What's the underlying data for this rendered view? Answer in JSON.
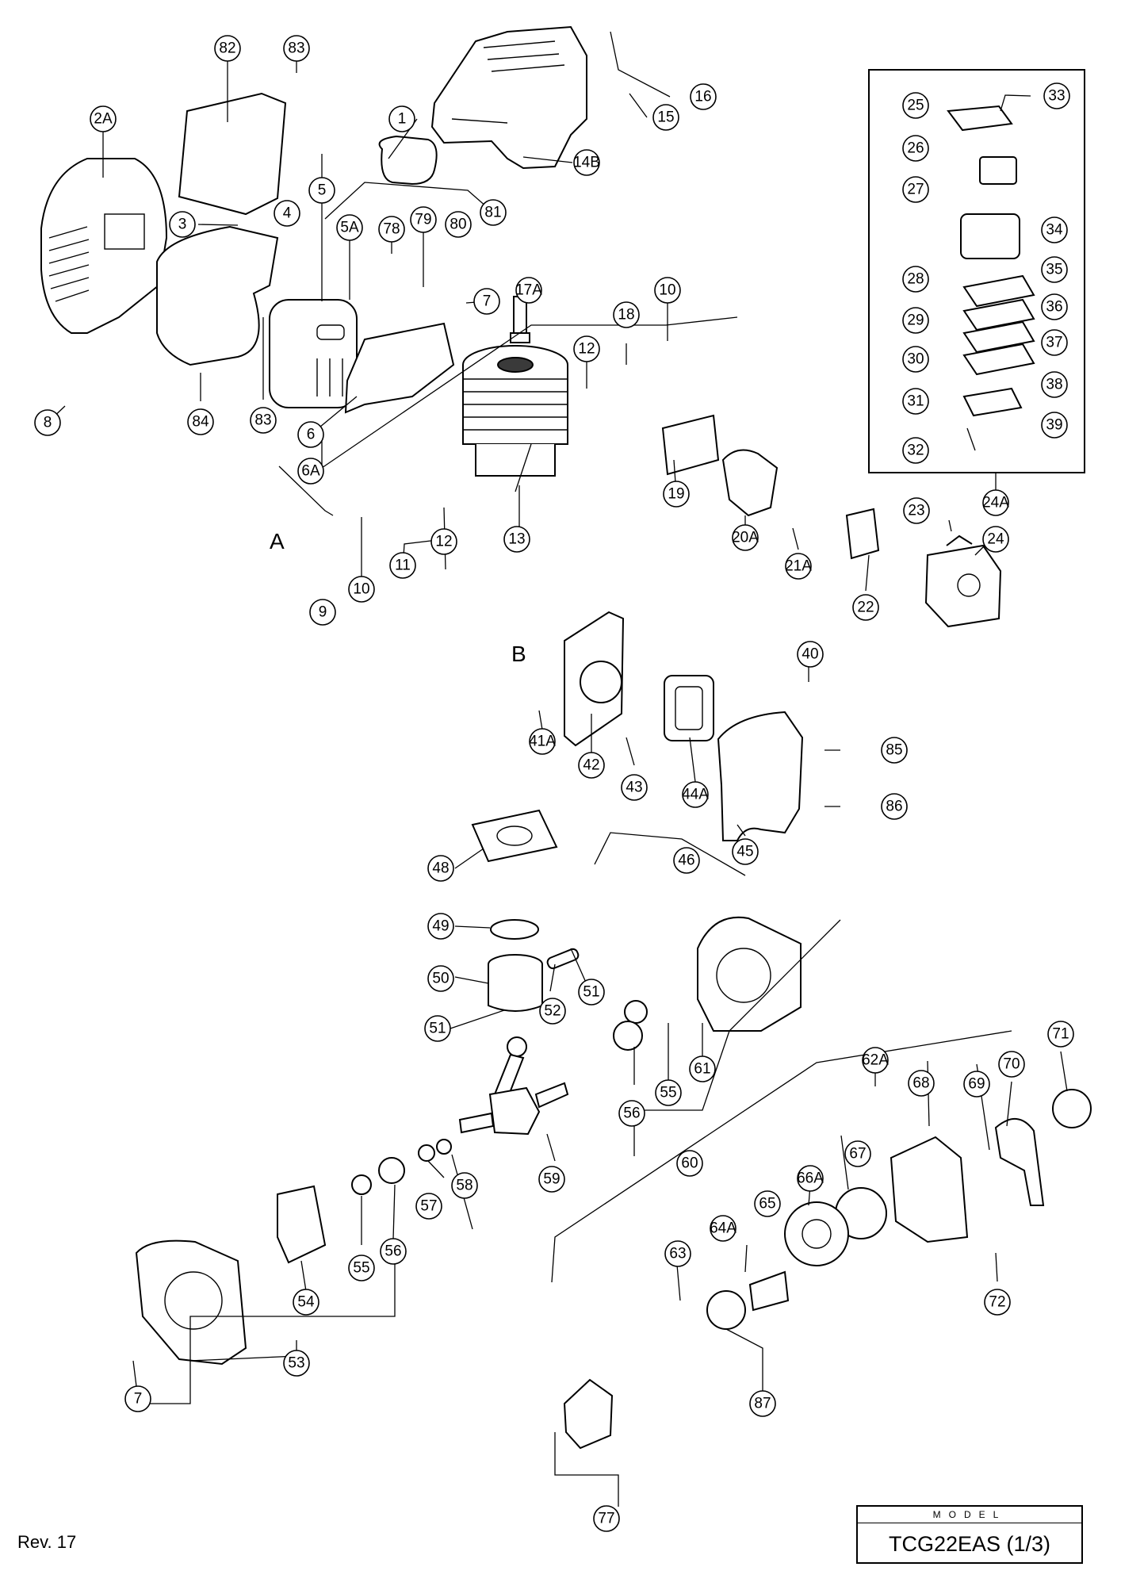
{
  "revision": "Rev. 17",
  "model": {
    "label": "MODEL",
    "value": "TCG22EAS (1/3)"
  },
  "reference_letters": [
    "A",
    "B"
  ],
  "callouts": [
    "82",
    "83",
    "2A",
    "1",
    "16",
    "15",
    "14B",
    "5",
    "4",
    "3",
    "5A",
    "78",
    "79",
    "80",
    "81",
    "7",
    "17A",
    "12",
    "18",
    "10",
    "8",
    "84",
    "83",
    "6",
    "6A",
    "9",
    "10",
    "11",
    "12",
    "13",
    "19",
    "20A",
    "21A",
    "22",
    "23",
    "24",
    "24A",
    "40",
    "41A",
    "42",
    "43",
    "44A",
    "45",
    "85",
    "86",
    "46",
    "48",
    "49",
    "50",
    "51",
    "51",
    "52",
    "56",
    "55",
    "61",
    "60",
    "59",
    "62A",
    "71",
    "70",
    "69",
    "68",
    "67",
    "66A",
    "65",
    "64A",
    "63",
    "72",
    "58",
    "57",
    "56",
    "55",
    "54",
    "53",
    "7",
    "87",
    "77",
    "33",
    "25",
    "26",
    "27",
    "34",
    "35",
    "28",
    "36",
    "29",
    "37",
    "30",
    "38",
    "31",
    "39",
    "32"
  ]
}
